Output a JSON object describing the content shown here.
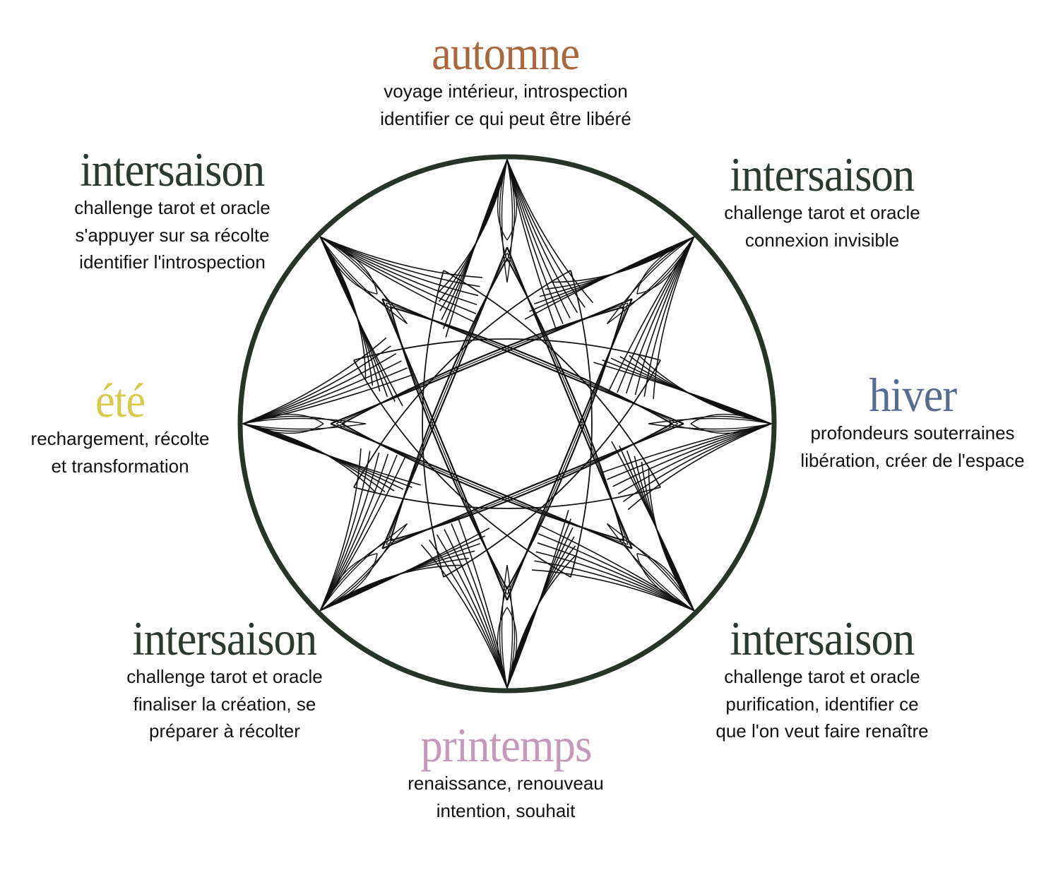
{
  "colors": {
    "automne": "#a8683f",
    "intersaison": "#2a3a2e",
    "ete": "#d6cb4a",
    "hiver": "#5a6b90",
    "printemps": "#c39ab9",
    "circle": "#263528"
  },
  "seasons": {
    "automne": {
      "title": "automne",
      "lines": [
        "voyage intérieur, introspection",
        "identifier ce qui peut être libéré"
      ]
    },
    "intersaison_tl": {
      "title": "intersaison",
      "lines": [
        "challenge tarot et oracle",
        "s'appuyer sur sa récolte",
        "identifier l'introspection"
      ]
    },
    "intersaison_tr": {
      "title": "intersaison",
      "lines": [
        "challenge tarot et oracle",
        "connexion invisible"
      ]
    },
    "ete": {
      "title": "été",
      "lines": [
        "rechargement, récolte",
        "et transformation"
      ]
    },
    "hiver": {
      "title": "hiver",
      "lines": [
        "profondeurs souterraines",
        "libération, créer de l'espace"
      ]
    },
    "intersaison_bl": {
      "title": "intersaison",
      "lines": [
        "challenge tarot et oracle",
        "finaliser la création, se",
        "préparer à récolter"
      ]
    },
    "intersaison_br": {
      "title": "intersaison",
      "lines": [
        "challenge tarot et oracle",
        "purification, identifier ce",
        "que l'on veut faire renaître"
      ]
    },
    "printemps": {
      "title": "printemps",
      "lines": [
        "renaissance, renouveau",
        "intention, souhait"
      ]
    }
  }
}
